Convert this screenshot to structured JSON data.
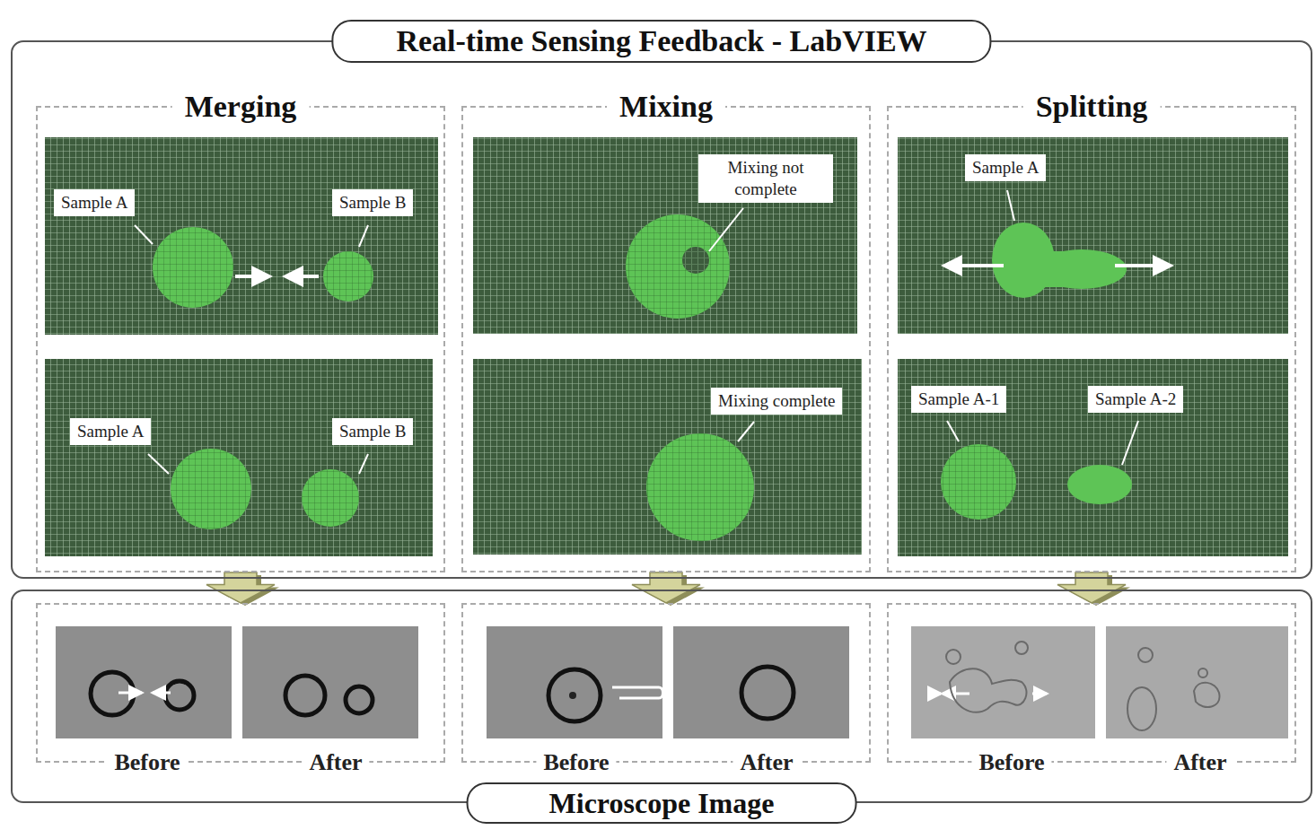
{
  "diagram": {
    "nodes": [
      {
        "text": [
          "Real-time Sensing Feedback - LabVIEW"
        ]
      },
      {
        "text": [
          "Merging"
        ],
        "in": 0
      },
      {
        "text": [
          "Sample A"
        ],
        "in": 1
      },
      {
        "text": [
          "Sample B"
        ],
        "in": 1
      },
      {
        "text": [
          "Sample A"
        ],
        "in": 1
      },
      {
        "text": [
          "Sample B"
        ],
        "in": 1
      },
      {
        "text": [
          "Mixing"
        ],
        "in": 0
      },
      {
        "text": [
          "Mixing not complete"
        ],
        "in": 6
      },
      {
        "text": [
          "Mixing complete"
        ],
        "in": 6
      },
      {
        "text": [
          "Splitting"
        ],
        "in": 0
      },
      {
        "text": [
          "Sample A"
        ],
        "in": 9
      },
      {
        "text": [
          "Sample A-1"
        ],
        "in": 9
      },
      {
        "text": [
          "Sample A-2"
        ],
        "in": 9
      },
      {
        "text": [
          "Microscope Image"
        ]
      },
      {
        "text": [
          "Before",
          "After"
        ],
        "in": 13
      },
      {
        "text": [
          "Before",
          "After"
        ],
        "in": 13
      },
      {
        "text": [
          "Before",
          "After"
        ],
        "in": 13
      }
    ],
    "edges": [
      {
        "from": 1,
        "to": 14,
        "arrow": "to"
      },
      {
        "from": 6,
        "to": 15,
        "arrow": "to"
      },
      {
        "from": 9,
        "to": 16,
        "arrow": "to"
      }
    ]
  }
}
